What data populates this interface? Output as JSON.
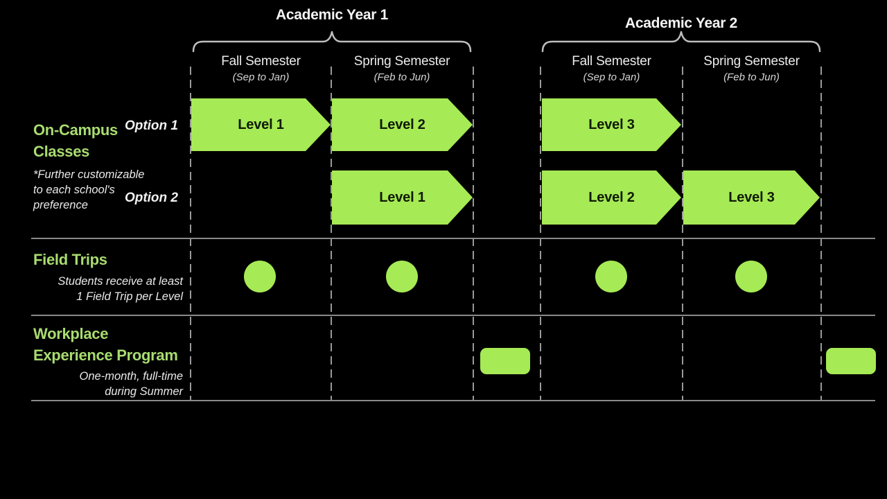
{
  "colors": {
    "background": "#000000",
    "shape_green": "#a6ea55",
    "label_green": "#a9dc70",
    "divider_gray": "#8a8a8a",
    "dashed_line_gray": "#9a9a9a",
    "arrow_text": "#0f1a05",
    "header_text": "#f5f5f5"
  },
  "years": [
    {
      "title": "Academic Year 1",
      "semesters": [
        {
          "name": "Fall Semester",
          "range": "(Sep to Jan)"
        },
        {
          "name": "Spring Semester",
          "range": "(Feb to Jun)"
        }
      ]
    },
    {
      "title": "Academic Year 2",
      "semesters": [
        {
          "name": "Fall Semester",
          "range": "(Sep to Jan)"
        },
        {
          "name": "Spring Semester",
          "range": "(Feb to Jun)"
        }
      ]
    }
  ],
  "sections": {
    "on_campus": {
      "title": "On-Campus\nClasses",
      "note": "*Further customizable\nto each school's\npreference",
      "options": [
        {
          "label": "Option 1",
          "levels": [
            {
              "label": "Level 1",
              "slot": "Year 1 Fall Semester"
            },
            {
              "label": "Level 2",
              "slot": "Year 1 Spring Semester"
            },
            {
              "label": "Level 3",
              "slot": "Year 2 Fall Semester"
            }
          ]
        },
        {
          "label": "Option 2",
          "levels": [
            {
              "label": "Level 1",
              "slot": "Year 1 Spring Semester"
            },
            {
              "label": "Level 2",
              "slot": "Year 2 Fall Semester"
            },
            {
              "label": "Level 3",
              "slot": "Year 2 Spring Semester"
            }
          ]
        }
      ]
    },
    "field_trips": {
      "title": "Field Trips",
      "note": "Students receive at least\n1 Field Trip per Level",
      "markers": [
        {
          "slot": "Year 1 Fall Semester"
        },
        {
          "slot": "Year 1 Spring Semester"
        },
        {
          "slot": "Year 2 Fall Semester"
        },
        {
          "slot": "Year 2 Spring Semester"
        }
      ]
    },
    "workplace": {
      "title": "Workplace\nExperience Program",
      "note": "One-month, full-time\nduring Summer",
      "markers": [
        {
          "slot": "Summer after Year 1"
        },
        {
          "slot": "Summer after Year 2"
        }
      ]
    }
  }
}
